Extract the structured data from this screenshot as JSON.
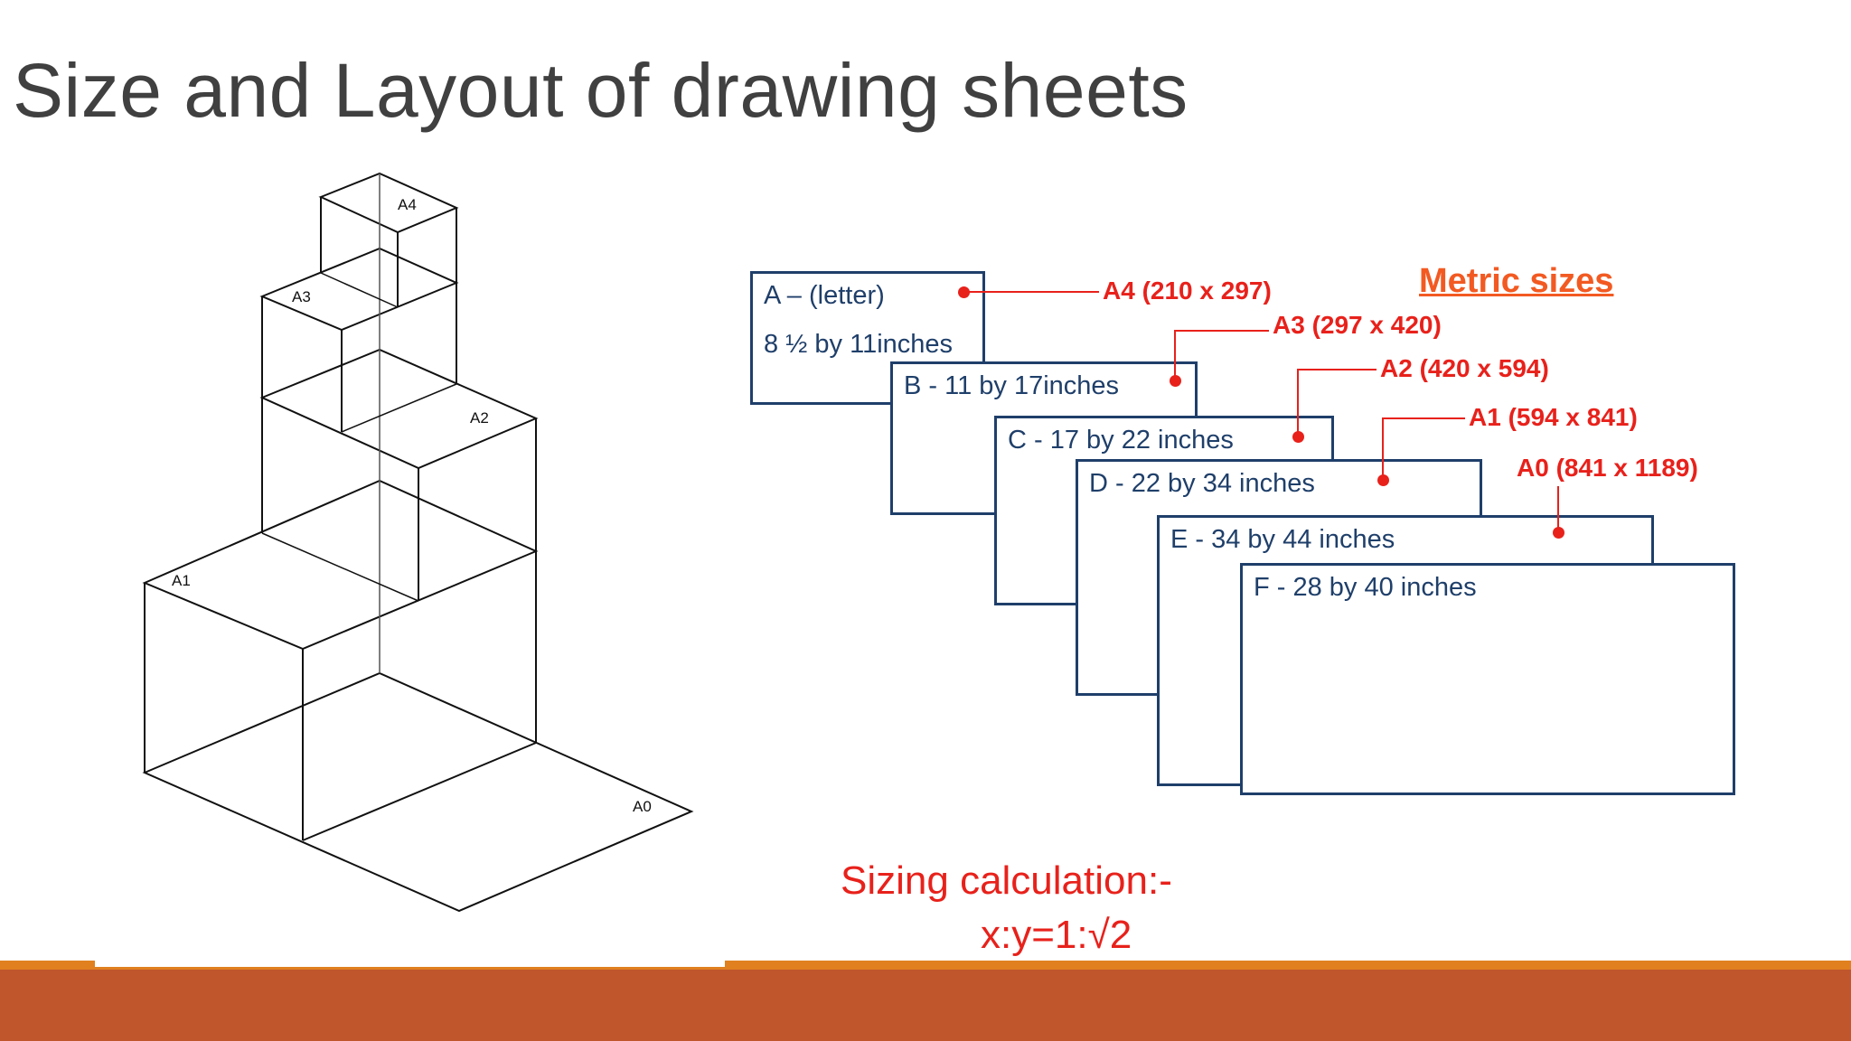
{
  "slide": {
    "title": "Size and Layout of drawing sheets"
  },
  "iso_labels": {
    "a4": "A4",
    "a3": "A3",
    "a2": "A2",
    "a1": "A1",
    "a0": "A0"
  },
  "sheets": {
    "a_line1": "A – (letter)",
    "a_line2": "8 ½ by 11inches",
    "b": "B - 11 by 17inches",
    "c": "C - 17 by 22 inches",
    "d": "D - 22 by 34 inches",
    "e": "E - 34 by 44 inches",
    "f": "F - 28 by 40 inches"
  },
  "metric": {
    "title": "Metric sizes",
    "a4": "A4 (210 x 297)",
    "a3": "A3 (297 x 420)",
    "a2": "A2 (420 x 594)",
    "a1": "A1 (594 x 841)",
    "a0": "A0 (841 x 1189)"
  },
  "calc": {
    "line1": "Sizing calculation:-",
    "line2": "x:y=1:√2"
  },
  "colors": {
    "title": "#404040",
    "sheet_border": "#1f3f6a",
    "metric_red": "#e8211b",
    "metric_title_orange": "#f25a22",
    "footer_band": "#bf562c",
    "footer_line": "#e0801f"
  }
}
